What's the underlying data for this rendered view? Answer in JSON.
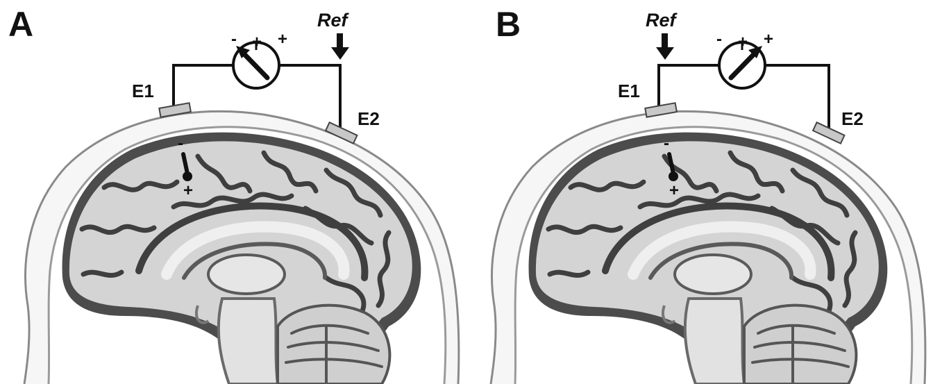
{
  "panels": [
    {
      "letter": "A",
      "ref_label": "Ref",
      "e1_label": "E1",
      "e2_label": "E2",
      "meter_minus": "-",
      "meter_plus": "+",
      "dipole_minus": "-",
      "dipole_plus": "+"
    },
    {
      "letter": "B",
      "ref_label": "Ref",
      "e1_label": "E1",
      "e2_label": "E2",
      "meter_minus": "-",
      "meter_plus": "+",
      "dipole_minus": "-",
      "dipole_plus": "+"
    }
  ],
  "colors": {
    "ink": "#111111",
    "brain_fill": "#d9d9d9",
    "brain_dark": "#4a4a4a",
    "electrode": "#c8c8c8"
  },
  "icons": [
    "voltmeter-icon",
    "dipole-icon",
    "arrow-down-icon",
    "electrode-icon"
  ]
}
